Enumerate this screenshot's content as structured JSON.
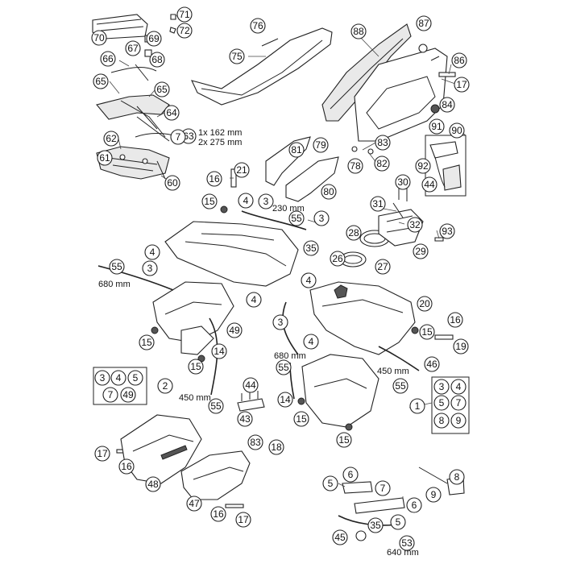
{
  "diagram": {
    "length_notes": {
      "seat_strip": "1x 162 mm",
      "seat_strip_b": "2x 275 mm",
      "hose_230": "230 mm",
      "hose_680_left": "680 mm",
      "hose_680_center": "680 mm",
      "hose_450_left": "450 mm",
      "hose_450_right": "450 mm",
      "hose_640": "640 mm"
    },
    "callouts": [
      {
        "id": "c71",
        "text": "71"
      },
      {
        "id": "c72",
        "text": "72"
      },
      {
        "id": "c70",
        "text": "70"
      },
      {
        "id": "c69",
        "text": "69"
      },
      {
        "id": "c67",
        "text": "67"
      },
      {
        "id": "c68",
        "text": "68"
      },
      {
        "id": "c66",
        "text": "66"
      },
      {
        "id": "c65a",
        "text": "65"
      },
      {
        "id": "c65b",
        "text": "65"
      },
      {
        "id": "c64",
        "text": "64"
      },
      {
        "id": "c63",
        "text": "63"
      },
      {
        "id": "c62",
        "text": "62"
      },
      {
        "id": "c7a",
        "text": "7"
      },
      {
        "id": "c61",
        "text": "61"
      },
      {
        "id": "c60",
        "text": "60"
      },
      {
        "id": "c76",
        "text": "76"
      },
      {
        "id": "c75",
        "text": "75"
      },
      {
        "id": "c88",
        "text": "88"
      },
      {
        "id": "c87",
        "text": "87"
      },
      {
        "id": "c86",
        "text": "86"
      },
      {
        "id": "c17a",
        "text": "17"
      },
      {
        "id": "c84",
        "text": "84"
      },
      {
        "id": "c91",
        "text": "91"
      },
      {
        "id": "c90",
        "text": "90"
      },
      {
        "id": "c83",
        "text": "83"
      },
      {
        "id": "c82",
        "text": "82"
      },
      {
        "id": "c92",
        "text": "92"
      },
      {
        "id": "c44a",
        "text": "44"
      },
      {
        "id": "c81",
        "text": "81"
      },
      {
        "id": "c79",
        "text": "79"
      },
      {
        "id": "c78",
        "text": "78"
      },
      {
        "id": "c80",
        "text": "80"
      },
      {
        "id": "c16a",
        "text": "16"
      },
      {
        "id": "c21",
        "text": "21"
      },
      {
        "id": "c15a",
        "text": "15"
      },
      {
        "id": "c4a",
        "text": "4"
      },
      {
        "id": "c3a",
        "text": "3"
      },
      {
        "id": "c55a",
        "text": "55"
      },
      {
        "id": "c3b",
        "text": "3"
      },
      {
        "id": "c35a",
        "text": "35"
      },
      {
        "id": "c30",
        "text": "30"
      },
      {
        "id": "c31",
        "text": "31"
      },
      {
        "id": "c32",
        "text": "32"
      },
      {
        "id": "c93",
        "text": "93"
      },
      {
        "id": "c28",
        "text": "28"
      },
      {
        "id": "c29",
        "text": "29"
      },
      {
        "id": "c26",
        "text": "26"
      },
      {
        "id": "c27",
        "text": "27"
      },
      {
        "id": "c4b",
        "text": "4"
      },
      {
        "id": "c3c",
        "text": "3"
      },
      {
        "id": "c55b",
        "text": "55"
      },
      {
        "id": "c4c",
        "text": "4"
      },
      {
        "id": "c4d",
        "text": "4"
      },
      {
        "id": "c20",
        "text": "20"
      },
      {
        "id": "c16b",
        "text": "16"
      },
      {
        "id": "c15b",
        "text": "15"
      },
      {
        "id": "c19",
        "text": "19"
      },
      {
        "id": "c3d",
        "text": "3"
      },
      {
        "id": "c49a",
        "text": "49"
      },
      {
        "id": "c15c",
        "text": "15"
      },
      {
        "id": "c14a",
        "text": "14"
      },
      {
        "id": "c15d",
        "text": "15"
      },
      {
        "id": "c4e",
        "text": "4"
      },
      {
        "id": "c55c",
        "text": "55"
      },
      {
        "id": "c46",
        "text": "46"
      },
      {
        "id": "c55d",
        "text": "55"
      },
      {
        "id": "c2",
        "text": "2"
      },
      {
        "id": "c44b",
        "text": "44"
      },
      {
        "id": "c14b",
        "text": "14"
      },
      {
        "id": "c15e",
        "text": "15"
      },
      {
        "id": "c43",
        "text": "43"
      },
      {
        "id": "c55e",
        "text": "55"
      },
      {
        "id": "c1",
        "text": "1"
      },
      {
        "id": "c15f",
        "text": "15"
      },
      {
        "id": "c17b",
        "text": "17"
      },
      {
        "id": "c16c",
        "text": "16"
      },
      {
        "id": "c48",
        "text": "48"
      },
      {
        "id": "c83b",
        "text": "83"
      },
      {
        "id": "c18",
        "text": "18"
      },
      {
        "id": "c47",
        "text": "47"
      },
      {
        "id": "c16d",
        "text": "16"
      },
      {
        "id": "c17c",
        "text": "17"
      },
      {
        "id": "c6a",
        "text": "6"
      },
      {
        "id": "c8a",
        "text": "8"
      },
      {
        "id": "c5a",
        "text": "5"
      },
      {
        "id": "c7b",
        "text": "7"
      },
      {
        "id": "c9a",
        "text": "9"
      },
      {
        "id": "c6b",
        "text": "6"
      },
      {
        "id": "c35b",
        "text": "35"
      },
      {
        "id": "c5b",
        "text": "5"
      },
      {
        "id": "c45",
        "text": "45"
      },
      {
        "id": "c53",
        "text": "53"
      }
    ],
    "box_left": [
      "3",
      "4",
      "5",
      "7",
      "49"
    ],
    "box_right": [
      "3",
      "4",
      "5",
      "7",
      "8",
      "9"
    ]
  }
}
